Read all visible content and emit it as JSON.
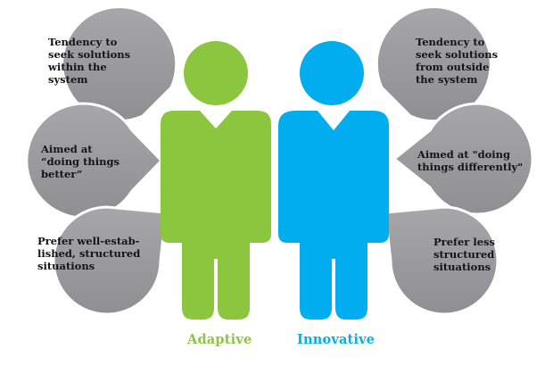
{
  "figures": {
    "adaptive": {
      "label": "Adaptive",
      "color": "#8cc63f"
    },
    "innovative": {
      "label": "Innovative",
      "color": "#00aeef"
    }
  },
  "bubble_color": "#9b9b9e",
  "left_bubbles": [
    {
      "text": "Tendency to\nseek solutions\nwithin the\nsystem"
    },
    {
      "text": "Aimed at\n“doing things\nbetter”"
    },
    {
      "text": "Prefer well-estab-\nlished, structured\nsituations"
    }
  ],
  "right_bubbles": [
    {
      "text": "Tendency to\nseek solutions\nfrom outside\nthe system"
    },
    {
      "text": "Aimed at \"doing\nthings differently\""
    },
    {
      "text": "Prefer less\nstructured\nsituations"
    }
  ]
}
